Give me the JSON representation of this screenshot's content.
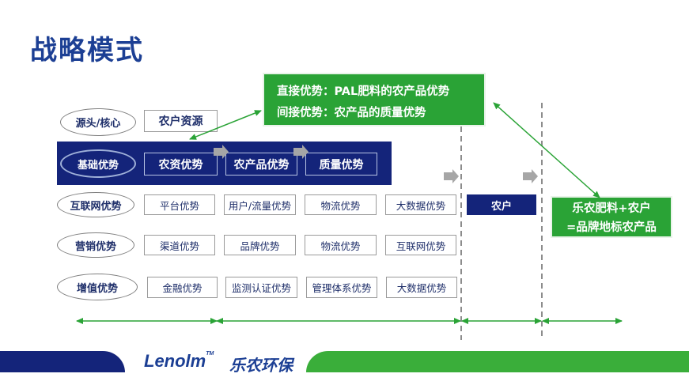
{
  "title": "战略模式",
  "rows": {
    "source": {
      "label": "源头/核心",
      "items": [
        "农户资源"
      ]
    },
    "base": {
      "label": "基础优势",
      "items": [
        "农资优势",
        "农产品优势",
        "质量优势"
      ]
    },
    "internet": {
      "label": "互联网优势",
      "items": [
        "平台优势",
        "用户/流量优势",
        "物流优势",
        "大数据优势"
      ]
    },
    "marketing": {
      "label": "营销优势",
      "items": [
        "渠道优势",
        "品牌优势",
        "物流优势",
        "互联网优势"
      ]
    },
    "value": {
      "label": "增值优势",
      "items": [
        "金融优势",
        "监测认证优势",
        "管理体系优势",
        "大数据优势"
      ]
    }
  },
  "callout": {
    "line1": "直接优势：PAL肥料的农产品优势",
    "line2": "间接优势：农产品的质量优势"
  },
  "farmer_box": "农户",
  "result": {
    "line1": "乐农肥料+农户",
    "line2": "=品牌地标农产品"
  },
  "logo": {
    "en": "Lenolm",
    "tm": "TM",
    "cn": "乐农环保"
  },
  "colors": {
    "navy": "#14247a",
    "title_blue": "#1c3f94",
    "green": "#2aa336",
    "arrow_green": "#2aa336"
  }
}
